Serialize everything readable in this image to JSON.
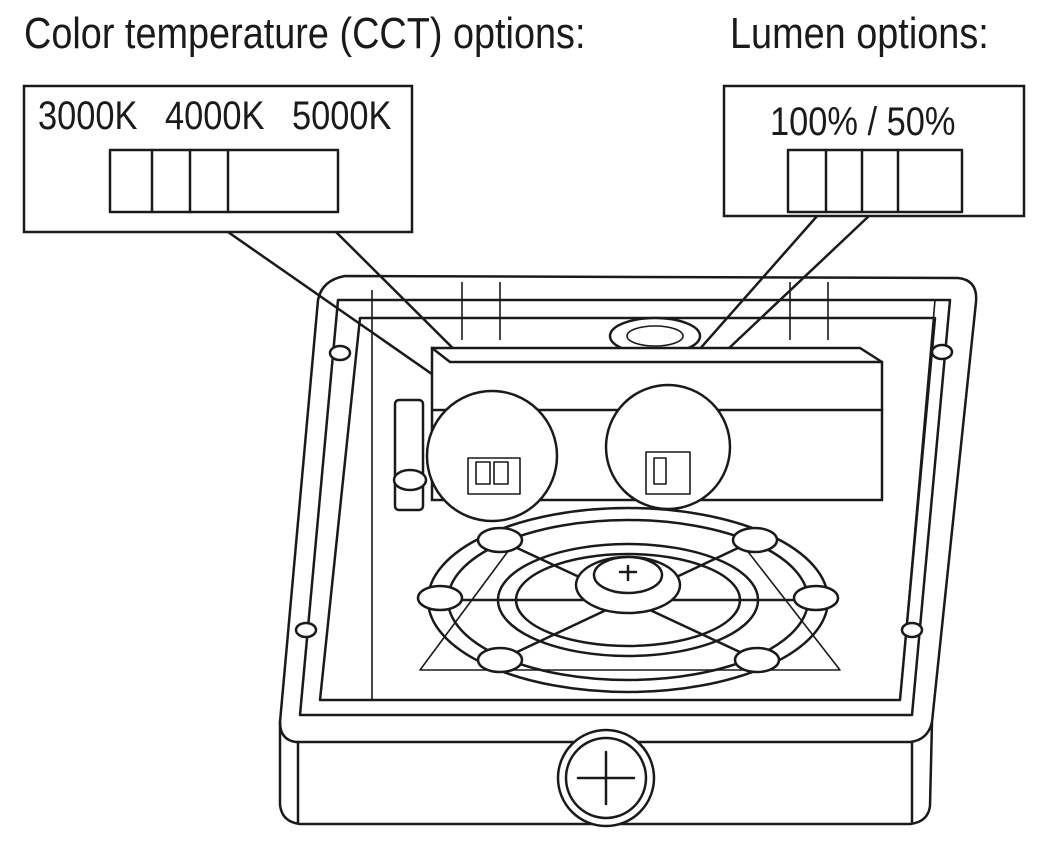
{
  "cct": {
    "heading": "Color temperature (CCT) options:",
    "options": [
      "3000K",
      "4000K",
      "5000K"
    ]
  },
  "lumen": {
    "heading": "Lumen options:",
    "option": "100% / 50%"
  },
  "colors": {
    "line": "#1a1a1a",
    "background": "#ffffff"
  }
}
